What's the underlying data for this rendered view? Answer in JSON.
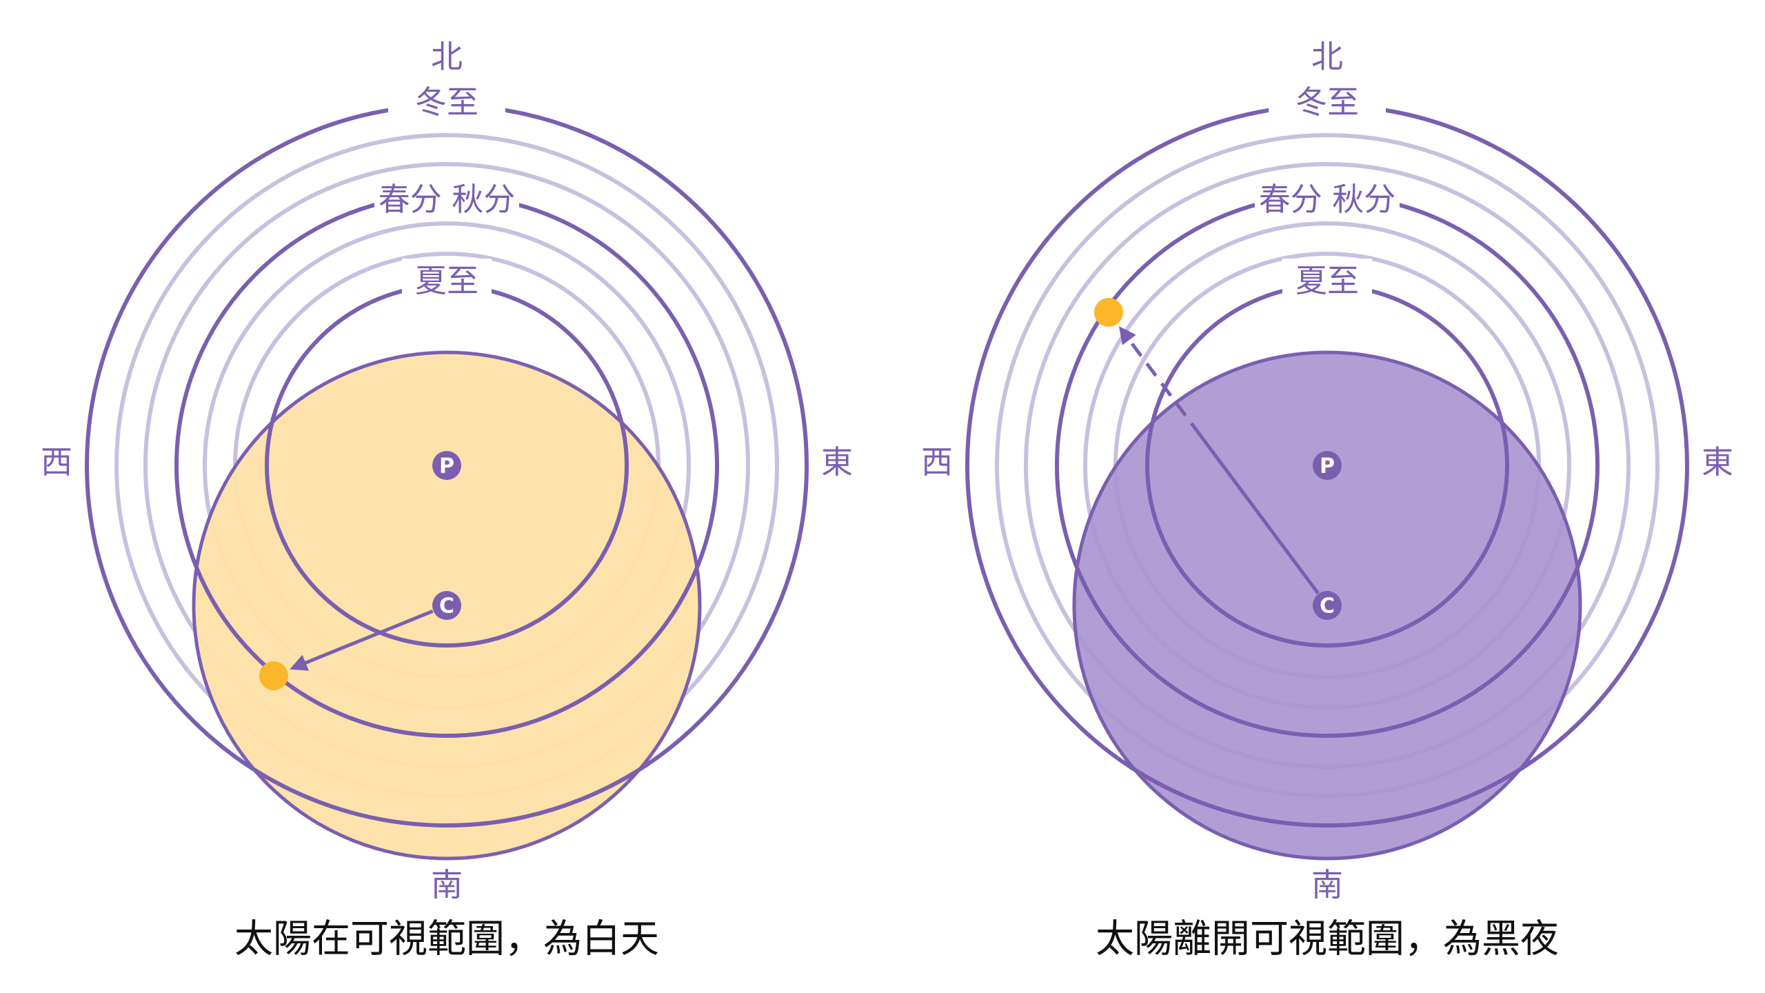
{
  "colors": {
    "dark_ring": "#7a5fb0",
    "light_ring": "#c9bfe0",
    "day_fill": "#fde2a6",
    "night_fill": "#a893d0",
    "sun": "#fbb62a"
  },
  "labels": {
    "north": "北",
    "south": "南",
    "west": "西",
    "east": "東",
    "winter": "冬至",
    "equinox": "春分 秋分",
    "summer": "夏至",
    "pole": "P",
    "center": "C"
  },
  "panels": [
    {
      "caption": "太陽在可視範圍，為白天",
      "state": "day"
    },
    {
      "caption": "太陽離開可視範圍，為黑夜",
      "state": "night"
    }
  ]
}
